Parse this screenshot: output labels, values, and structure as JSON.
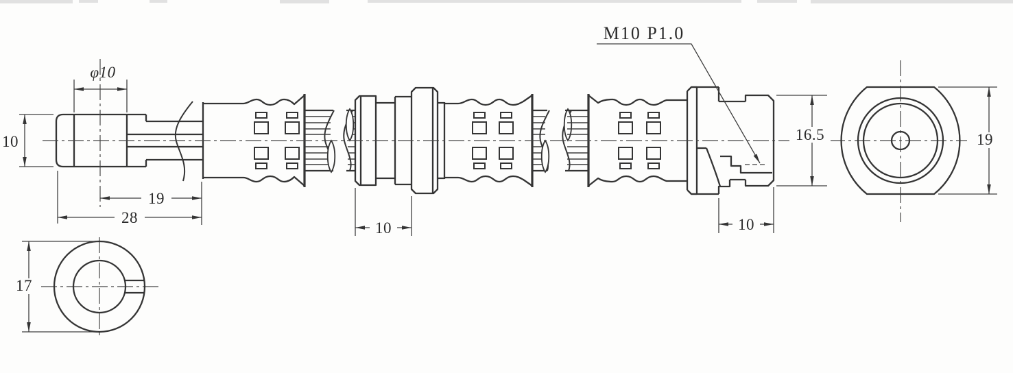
{
  "drawing": {
    "kind": "engineering-drawing",
    "subject": "hose assembly with crimped end fittings, front view and two end views",
    "colors": {
      "line": "#343434",
      "background": "#fdfdfc"
    }
  },
  "labels": {
    "left_fitting": {
      "bore_diameter": "φ10",
      "height": "10",
      "center_to_ferrule": "19",
      "overall_length": "28"
    },
    "middle_fitting": {
      "width": "10"
    },
    "right_fitting": {
      "thread_callout": "M10 P1.0",
      "height": "16.5",
      "nose_length": "10"
    },
    "right_end_view": {
      "across_flats": "19"
    },
    "left_end_view": {
      "outer_diameter": "17"
    }
  }
}
